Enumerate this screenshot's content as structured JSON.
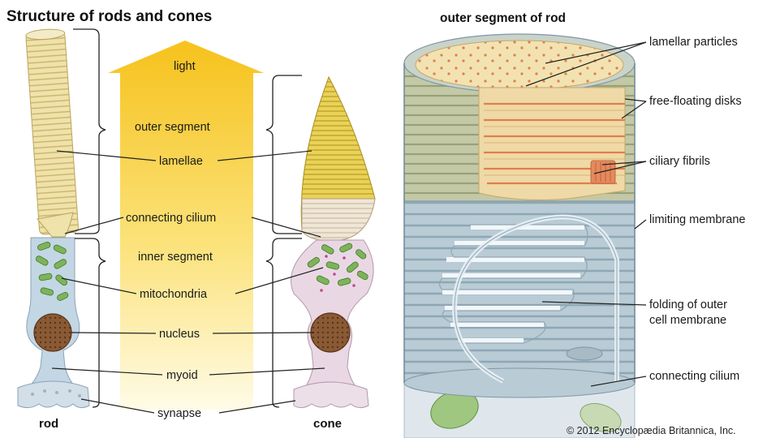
{
  "title": "Structure of rods and cones",
  "subtitle_right": "outer segment of rod",
  "light_label": "light",
  "labels_center": {
    "outer_segment": "outer segment",
    "lamellae": "lamellae",
    "connecting_cilium": "connecting cilium",
    "inner_segment": "inner segment",
    "mitochondria": "mitochondria",
    "nucleus": "nucleus",
    "myoid": "myoid",
    "synapse": "synapse"
  },
  "captions": {
    "rod": "rod",
    "cone": "cone"
  },
  "labels_right": {
    "lamellar_particles": "lamellar particles",
    "free_floating_disks": "free-floating disks",
    "ciliary_fibrils": "ciliary fibrils",
    "limiting_membrane": "limiting membrane",
    "folding_line1": "folding of outer",
    "folding_line2": "cell membrane",
    "connecting_cilium": "connecting cilium"
  },
  "copyright": "© 2012 Encyclopædia Britannica, Inc."
}
